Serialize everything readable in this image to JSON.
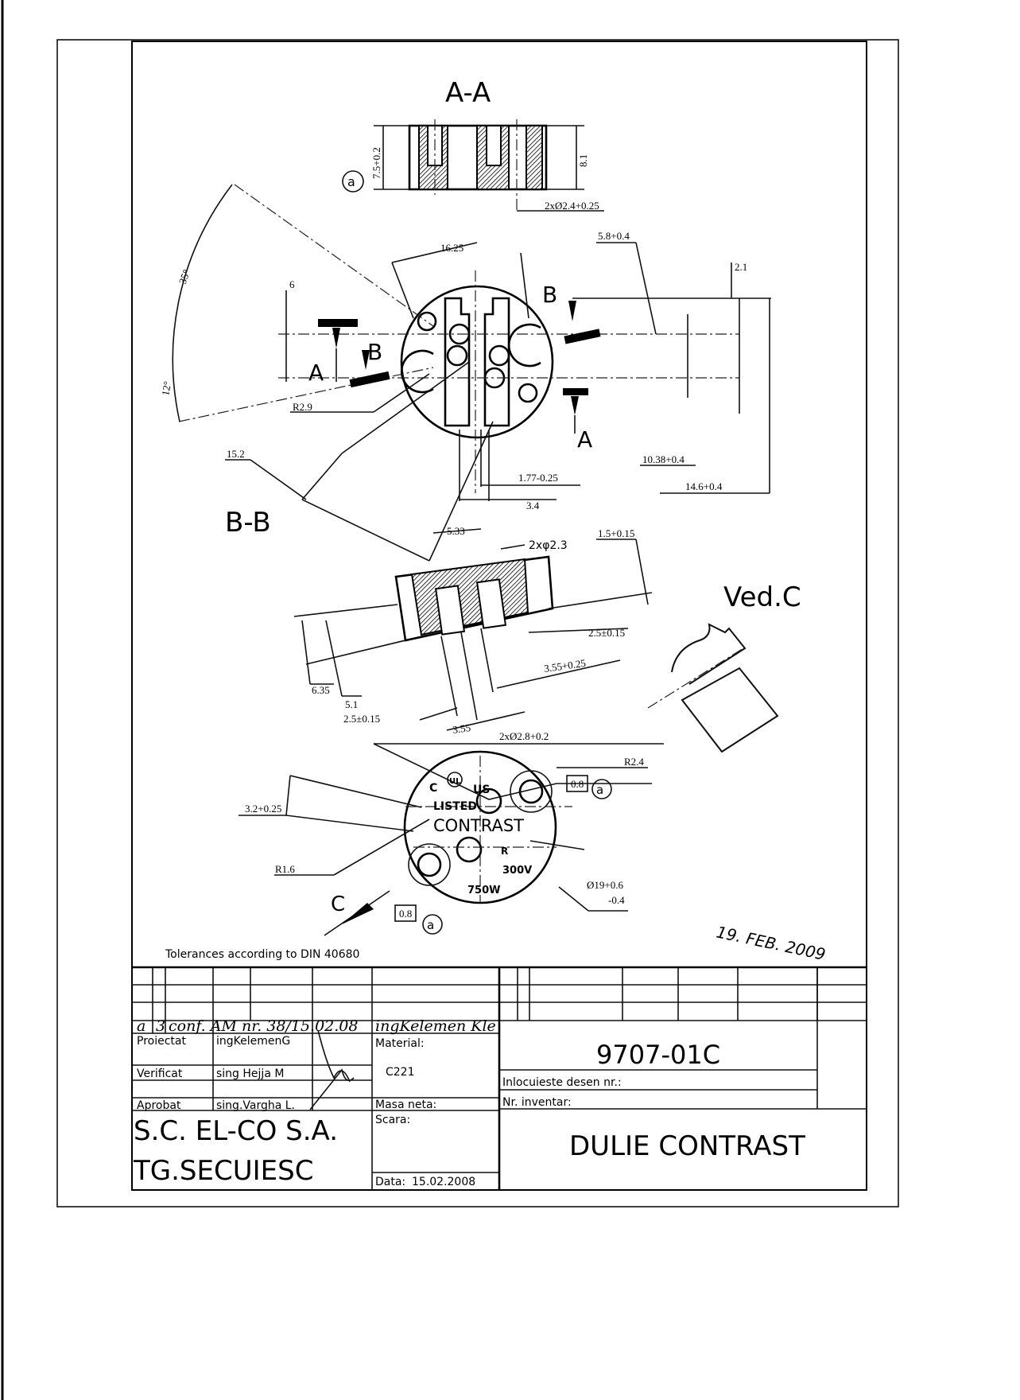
{
  "views": {
    "section_aa": "A-A",
    "section_bb": "B-B",
    "view_c": "Ved.C",
    "cut_a": "A",
    "cut_b": "B",
    "arrow_c": "C"
  },
  "dimensions": {
    "aa_height": "7.5+0.2",
    "aa_height2": "8.1",
    "aa_holes": "2xØ2.4+0.25",
    "d_16_25": "16.25",
    "d_5_8": "5.8+0.4",
    "d_2_1": "2.1",
    "d_6": "6",
    "angle_35": "35°",
    "angle_12": "12°",
    "r_2_9": "R2.9",
    "d_15_2": "15.2",
    "d_10_38": "10.38+0.4",
    "d_14_6": "14.6+0.4",
    "d_1_77": "1.77-0.25",
    "d_3_4": "3.4",
    "bb_5_33": "5.33",
    "bb_holes": "2xφ2.3",
    "bb_1_5": "1.5+0.15",
    "bb_2_5a": "2.5±0.15",
    "bb_3_55a": "3.55+0.25",
    "bb_6_35": "6.35",
    "bb_5_1": "5.1",
    "bb_2_5b": "2.5±0.15",
    "bb_3_55b": "3.55",
    "top_holes": "2xØ2.8+0.2",
    "r_2_4": "R2.4",
    "d_3_2": "3.2+0.25",
    "r_1_6": "R1.6",
    "dia_19": "Ø19+0.6",
    "dia_19_lower": "-0.4",
    "tol_box": "0.8",
    "datum": "a"
  },
  "part_markings": {
    "c": "C",
    "ul": "UL",
    "us": "US",
    "listed": "LISTED",
    "contrast": "CONTRAST",
    "r": "R",
    "voltage": "300V",
    "power": "750W"
  },
  "stamp": "19. FEB. 2009",
  "tolerances_note": "Tolerances according to DIN 40680",
  "title_block": {
    "revision": {
      "index": "a",
      "count": "3",
      "text": "conf. AM nr. 38/15.02.08",
      "by": "ingKelemen Kle"
    },
    "rows": [
      {
        "role": "Proiectat",
        "name": "ingKelemenG"
      },
      {
        "role": "Verificat",
        "name": "sing Hejja M"
      },
      {
        "role": "Aprobat",
        "name": "sing.Vargha L."
      }
    ],
    "material_label": "Material:",
    "material_value": "C221",
    "mass_label": "Masa neta:",
    "scale_label": "Scara:",
    "date_label": "Data:",
    "date_value": "15.02.2008",
    "drawing_number": "9707-01C",
    "replaces_label": "Inlocuieste desen nr.:",
    "inventory_label": "Nr. inventar:",
    "company_line1": "S.C. EL-CO S.A.",
    "company_line2": "TG.SECUIESC",
    "part_name": "DULIE CONTRAST"
  }
}
